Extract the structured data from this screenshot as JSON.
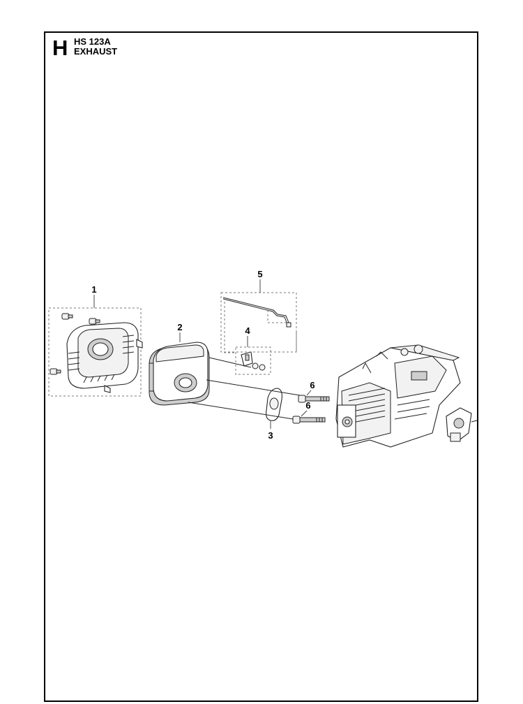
{
  "header": {
    "section_letter": "H",
    "model": "HS 123A",
    "section_name": "EXHAUST"
  },
  "callouts": {
    "c1": "1",
    "c2": "2",
    "c3": "3",
    "c4": "4",
    "c5": "5",
    "c6a": "6",
    "c6b": "6"
  }
}
